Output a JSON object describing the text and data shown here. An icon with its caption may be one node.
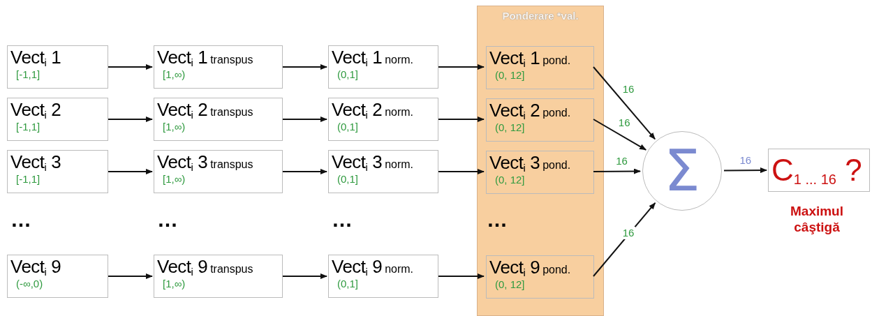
{
  "diagram": {
    "nodes": [
      {
        "text": [
          "Ponderare *val."
        ]
      },
      {
        "text": [
          "Vect$_{i}$ 1",
          "[-1,1]"
        ]
      },
      {
        "text": [
          "Vect$_{i}$ 1",
          "transpus",
          "[1,∞)"
        ]
      },
      {
        "text": [
          "Vect$_{i}$ 1",
          "norm.",
          "(0,1]"
        ]
      },
      {
        "text": [
          "Vect$_{i}$ 1",
          "pond.",
          "(0, 12]"
        ],
        "in": 0
      },
      {
        "text": [
          "Vect$_{i}$ 2",
          "[-1,1]"
        ]
      },
      {
        "text": [
          "Vect$_{i}$ 2",
          "transpus",
          "[1,∞)"
        ]
      },
      {
        "text": [
          "Vect$_{i}$ 2",
          "norm.",
          "(0,1]"
        ]
      },
      {
        "text": [
          "Vect$_{i}$ 2",
          "pond.",
          "(0, 12]"
        ],
        "in": 0
      },
      {
        "text": [
          "Vect$_{i}$ 3",
          "[-1,1]"
        ]
      },
      {
        "text": [
          "Vect$_{i}$ 3",
          "transpus",
          "[1,∞)"
        ]
      },
      {
        "text": [
          "Vect$_{i}$ 3",
          "norm.",
          "(0,1]"
        ]
      },
      {
        "text": [
          "Vect$_{i}$ 3",
          "pond.",
          "(0, 12]"
        ],
        "in": 0
      },
      {
        "text": [
          "Vect$_{i}$ 9",
          "(-∞,0)"
        ]
      },
      {
        "text": [
          "Vect$_{i}$ 9",
          "transpus",
          "[1,∞)"
        ]
      },
      {
        "text": [
          "Vect$_{i}$ 9",
          "norm.",
          "(0,1]"
        ]
      },
      {
        "text": [
          "Vect$_{i}$ 9",
          "pond.",
          "(0, 12]"
        ],
        "in": 0
      },
      {
        "text": [
          "Σ"
        ]
      },
      {
        "text": [
          "C$_{1 ... 16}$ ?"
        ],
        "beside": [
          "Maximul câştigă"
        ]
      }
    ],
    "edges": [
      {
        "from": 1,
        "to": 2,
        "arrow": "to"
      },
      {
        "from": 2,
        "to": 3,
        "arrow": "to"
      },
      {
        "from": 3,
        "to": 4,
        "arrow": "to"
      },
      {
        "from": 5,
        "to": 6,
        "arrow": "to"
      },
      {
        "from": 6,
        "to": 7,
        "arrow": "to"
      },
      {
        "from": 7,
        "to": 8,
        "arrow": "to"
      },
      {
        "from": 9,
        "to": 10,
        "arrow": "to"
      },
      {
        "from": 10,
        "to": 11,
        "arrow": "to"
      },
      {
        "from": 11,
        "to": 12,
        "arrow": "to"
      },
      {
        "from": 13,
        "to": 14,
        "arrow": "to"
      },
      {
        "from": 14,
        "to": 15,
        "arrow": "to"
      },
      {
        "from": 15,
        "to": 16,
        "arrow": "to"
      },
      {
        "from": 4,
        "to": 17,
        "label": "16",
        "arrow": "to"
      },
      {
        "from": 8,
        "to": 17,
        "label": "16",
        "arrow": "to"
      },
      {
        "from": 12,
        "to": 17,
        "label": "16",
        "arrow": "to"
      },
      {
        "from": 16,
        "to": 17,
        "label": "16",
        "arrow": "to"
      },
      {
        "from": 17,
        "to": 18,
        "label": "16",
        "arrow": "to"
      }
    ],
    "labels": [
      "…",
      "…",
      "…",
      "…"
    ]
  }
}
